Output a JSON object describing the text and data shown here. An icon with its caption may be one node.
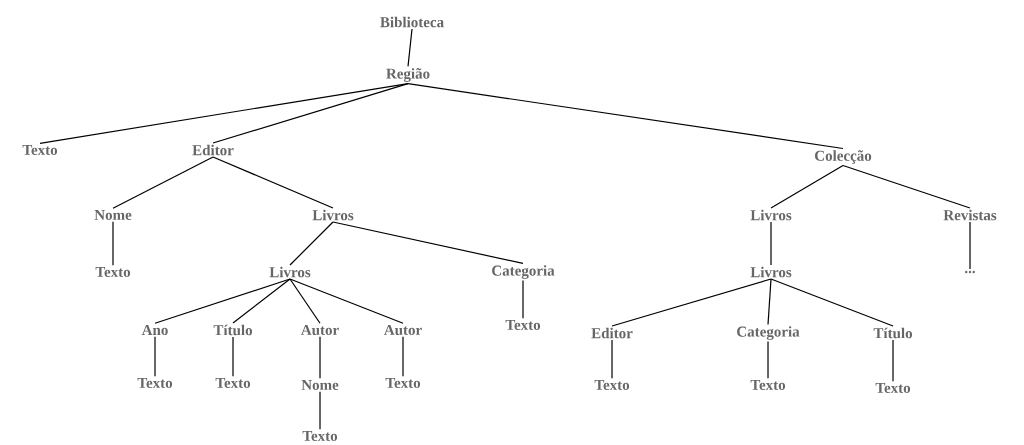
{
  "diagram": {
    "nodes": [
      {
        "text": [
          "Biblioteca"
        ]
      },
      {
        "text": [
          "Região"
        ]
      },
      {
        "text": [
          "Texto"
        ]
      },
      {
        "text": [
          "Editor"
        ]
      },
      {
        "text": [
          "Colecção"
        ]
      },
      {
        "text": [
          "Nome"
        ]
      },
      {
        "text": [
          "Livros"
        ]
      },
      {
        "text": [
          "Texto"
        ]
      },
      {
        "text": [
          "Livros"
        ]
      },
      {
        "text": [
          "Categoria"
        ]
      },
      {
        "text": [
          "Ano"
        ]
      },
      {
        "text": [
          "Título"
        ]
      },
      {
        "text": [
          "Autor"
        ]
      },
      {
        "text": [
          "Autor"
        ]
      },
      {
        "text": [
          "Texto"
        ]
      },
      {
        "text": [
          "Texto"
        ]
      },
      {
        "text": [
          "Texto"
        ]
      },
      {
        "text": [
          "Nome"
        ]
      },
      {
        "text": [
          "Texto"
        ]
      },
      {
        "text": [
          "Texto"
        ]
      },
      {
        "text": [
          "Livros"
        ]
      },
      {
        "text": [
          "Revistas"
        ]
      },
      {
        "text": [
          "Livros"
        ]
      },
      {
        "text": [
          "..."
        ]
      },
      {
        "text": [
          "Editor"
        ]
      },
      {
        "text": [
          "Categoria"
        ]
      },
      {
        "text": [
          "Título"
        ]
      },
      {
        "text": [
          "Texto"
        ]
      },
      {
        "text": [
          "Texto"
        ]
      },
      {
        "text": [
          "Texto"
        ]
      }
    ],
    "edges": [
      {
        "from": 0,
        "to": 1,
        "arrow": "none"
      },
      {
        "from": 1,
        "to": 2,
        "arrow": "none"
      },
      {
        "from": 1,
        "to": 3,
        "arrow": "none"
      },
      {
        "from": 1,
        "to": 4,
        "arrow": "none"
      },
      {
        "from": 3,
        "to": 5,
        "arrow": "none"
      },
      {
        "from": 3,
        "to": 6,
        "arrow": "none"
      },
      {
        "from": 5,
        "to": 7,
        "arrow": "none"
      },
      {
        "from": 6,
        "to": 8,
        "arrow": "none"
      },
      {
        "from": 6,
        "to": 9,
        "arrow": "none"
      },
      {
        "from": 8,
        "to": 10,
        "arrow": "none"
      },
      {
        "from": 8,
        "to": 11,
        "arrow": "none"
      },
      {
        "from": 8,
        "to": 12,
        "arrow": "none"
      },
      {
        "from": 8,
        "to": 13,
        "arrow": "none"
      },
      {
        "from": 9,
        "to": 14,
        "arrow": "none"
      },
      {
        "from": 10,
        "to": 15,
        "arrow": "none"
      },
      {
        "from": 11,
        "to": 16,
        "arrow": "none"
      },
      {
        "from": 12,
        "to": 17,
        "arrow": "none"
      },
      {
        "from": 13,
        "to": 18,
        "arrow": "none"
      },
      {
        "from": 17,
        "to": 19,
        "arrow": "none"
      },
      {
        "from": 4,
        "to": 20,
        "arrow": "none"
      },
      {
        "from": 4,
        "to": 21,
        "arrow": "none"
      },
      {
        "from": 20,
        "to": 22,
        "arrow": "none"
      },
      {
        "from": 21,
        "to": 23,
        "arrow": "none"
      },
      {
        "from": 22,
        "to": 24,
        "arrow": "none"
      },
      {
        "from": 22,
        "to": 25,
        "arrow": "none"
      },
      {
        "from": 22,
        "to": 26,
        "arrow": "none"
      },
      {
        "from": 24,
        "to": 27,
        "arrow": "none"
      },
      {
        "from": 25,
        "to": 28,
        "arrow": "none"
      },
      {
        "from": 26,
        "to": 29,
        "arrow": "none"
      }
    ]
  }
}
